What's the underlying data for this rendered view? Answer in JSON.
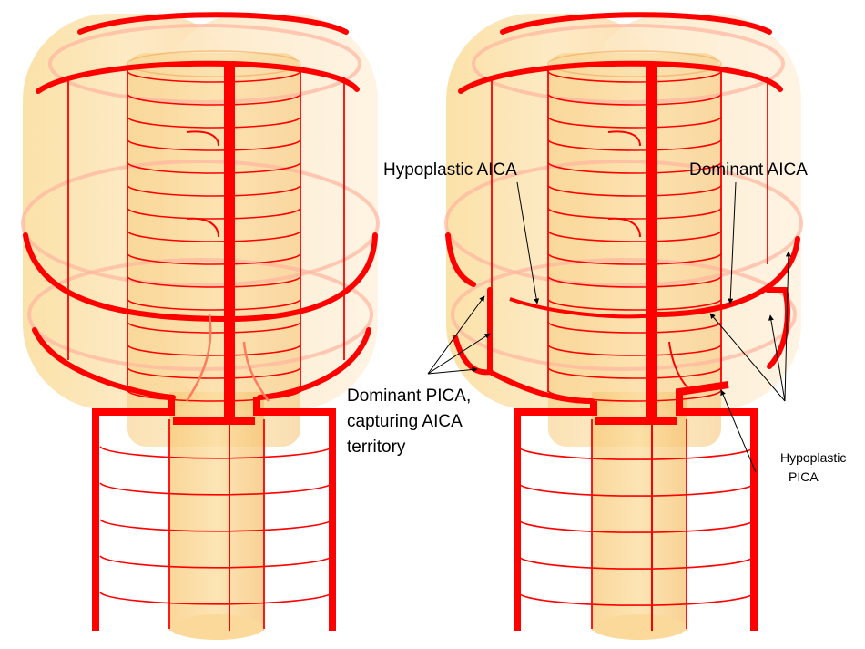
{
  "labels": {
    "hypoplastic_aica": "Hypoplastic AICA",
    "dominant_aica": "Dominant AICA",
    "dominant_pica_line1": "Dominant PICA,",
    "dominant_pica_line2": "capturing AICA",
    "dominant_pica_line3": "territory",
    "hypoplastic_pica_line1": "Hypoplastic",
    "hypoplastic_pica_line2": "PICA"
  },
  "colors": {
    "artery": "#ff0000",
    "artery_faint": "#ffb59a",
    "tissue_light": "#fde7b8",
    "tissue_mid": "#f9cf86",
    "background": "#ffffff"
  }
}
